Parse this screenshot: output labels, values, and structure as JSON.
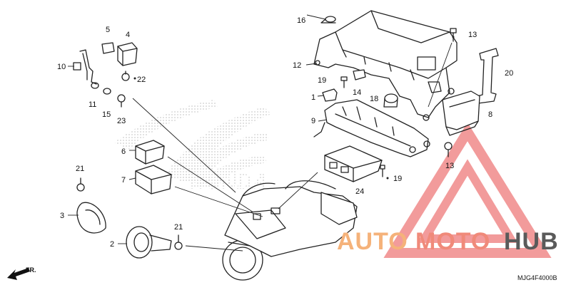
{
  "diagram": {
    "labels": [
      {
        "id": "l1",
        "text": "1"
      },
      {
        "id": "l2",
        "text": "2"
      },
      {
        "id": "l3",
        "text": "3"
      },
      {
        "id": "l4",
        "text": "4"
      },
      {
        "id": "l5",
        "text": "5"
      },
      {
        "id": "l6",
        "text": "6"
      },
      {
        "id": "l7",
        "text": "7"
      },
      {
        "id": "l8",
        "text": "8"
      },
      {
        "id": "l9",
        "text": "9"
      },
      {
        "id": "l10",
        "text": "10"
      },
      {
        "id": "l11",
        "text": "11"
      },
      {
        "id": "l12",
        "text": "12"
      },
      {
        "id": "l13a",
        "text": "13"
      },
      {
        "id": "l13b",
        "text": "13"
      },
      {
        "id": "l14",
        "text": "14"
      },
      {
        "id": "l15",
        "text": "15"
      },
      {
        "id": "l16",
        "text": "16"
      },
      {
        "id": "l18",
        "text": "18"
      },
      {
        "id": "l19a",
        "text": "19"
      },
      {
        "id": "l19b",
        "text": "19"
      },
      {
        "id": "l20",
        "text": "20"
      },
      {
        "id": "l21a",
        "text": "21"
      },
      {
        "id": "l21b",
        "text": "21"
      },
      {
        "id": "l22",
        "text": "22"
      },
      {
        "id": "l23",
        "text": "23"
      },
      {
        "id": "l24",
        "text": "24"
      }
    ],
    "direction_label": "FR.",
    "drawing_code": "MJG4F4000B",
    "background_brand": "HONDA"
  },
  "watermark": {
    "word_part1": "AUTO",
    "word_part2": "MOTO",
    "word_part3": "HUB",
    "color_part1": "#F5B27A",
    "color_part2": "#F08A7A",
    "color_part3": "#5A5A5A",
    "triangle_color": "#F08A8A"
  }
}
